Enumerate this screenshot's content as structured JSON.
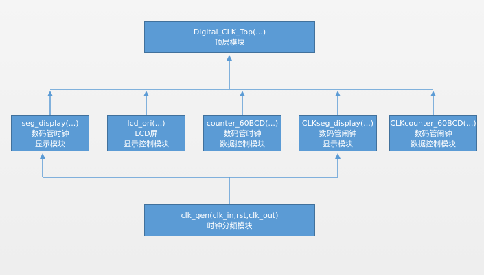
{
  "diagram": {
    "top": {
      "line1": "Digital_CLK_Top(...)",
      "line2": "顶层模块"
    },
    "modules": [
      {
        "line1": "seg_display(...)",
        "line2": "数码管时钟",
        "line3": "显示模块"
      },
      {
        "line1": "lcd_ori(...)",
        "line2": "LCD屏",
        "line3": "显示控制模块"
      },
      {
        "line1": "counter_60BCD(...)",
        "line2": "数码管时钟",
        "line3": "数据控制模块"
      },
      {
        "line1": "CLKseg_display(...)",
        "line2": "数码管闹钟",
        "line3": "显示模块"
      },
      {
        "line1": "CLKcounter_60BCD(...)",
        "line2": "数码管闹钟",
        "line3": "数据控制模块"
      }
    ],
    "clock": {
      "line1": "clk_gen(clk_in,rst,clk_out)",
      "line2": "时钟分频模块"
    },
    "colors": {
      "box_fill": "#5b9bd5",
      "box_border": "#41719c",
      "connector": "#5b9bd5",
      "text": "#ffffff"
    }
  }
}
